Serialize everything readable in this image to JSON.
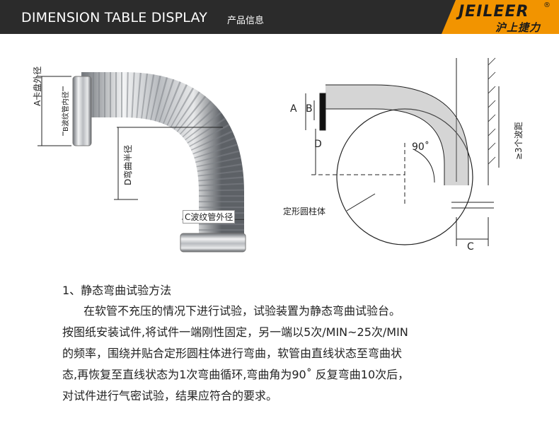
{
  "header": {
    "title": "DIMENSION TABLE DISPLAY",
    "subtitle": "产品信息",
    "logo_text": "JEILEER",
    "logo_reg": "®",
    "logo_cn": "沪上捷力",
    "colors": {
      "bar": "#2b2b2b",
      "accent": "#f29400"
    }
  },
  "left_figure": {
    "label_a": "A卡盘外径",
    "label_b": "B波纹管内径",
    "label_d": "D弯曲半径",
    "label_c": "C波纹管外径"
  },
  "right_figure": {
    "label_a": "A",
    "label_b": "B",
    "label_d": "D",
    "label_c": "C",
    "angle": "90˚",
    "right_label": "≥3个波距",
    "cylinder_label": "定形圆柱体"
  },
  "content": {
    "heading": "1、静态弯曲试验方法",
    "lines": [
      "在软管不充压的情况下进行试验，试验装置为静态弯曲试验台。",
      "按图纸安装试件,将试件一端刚性固定，另一端以5次/MIN~25次/MIN",
      "的频率，围绕并贴合定形圆柱体进行弯曲，软管由直线状态至弯曲状",
      "态,再恢复至直线状态为1次弯曲循环,弯曲角为90˚ 反复弯曲10次后，",
      "对试件进行气密试验，结果应符合的要求。"
    ]
  }
}
